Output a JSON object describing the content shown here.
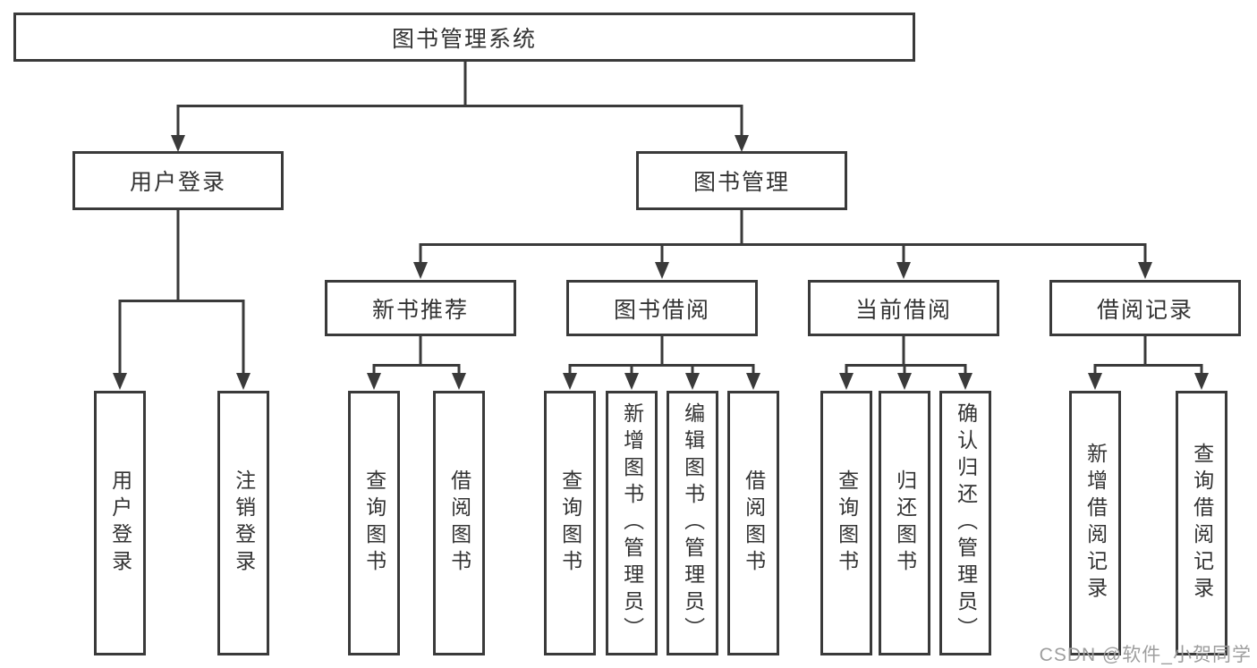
{
  "tree": {
    "label": "图书管理系统",
    "children": [
      {
        "label": "用户登录",
        "children": [
          {
            "label": "用户登录"
          },
          {
            "label": "注销登录"
          }
        ]
      },
      {
        "label": "图书管理",
        "children": [
          {
            "label": "新书推荐",
            "children": [
              {
                "label": "查询图书"
              },
              {
                "label": "借阅图书"
              }
            ]
          },
          {
            "label": "图书借阅",
            "children": [
              {
                "label": "查询图书"
              },
              {
                "label": "新增图书（管理员）"
              },
              {
                "label": "编辑图书（管理员）"
              },
              {
                "label": "借阅图书"
              }
            ]
          },
          {
            "label": "当前借阅",
            "children": [
              {
                "label": "查询图书"
              },
              {
                "label": "归还图书"
              },
              {
                "label": "确认归还（管理员）"
              }
            ]
          },
          {
            "label": "借阅记录",
            "children": [
              {
                "label": "新增借阅记录"
              },
              {
                "label": "查询借阅记录"
              }
            ]
          }
        ]
      }
    ]
  },
  "watermark": {
    "text": "CSDN @软件_小贺同学"
  },
  "colors": {
    "line": "#3a3a3a",
    "text": "#333333",
    "box_background": "#ffffff",
    "page_background": "#ffffff",
    "watermark": "#9e9e9e"
  }
}
